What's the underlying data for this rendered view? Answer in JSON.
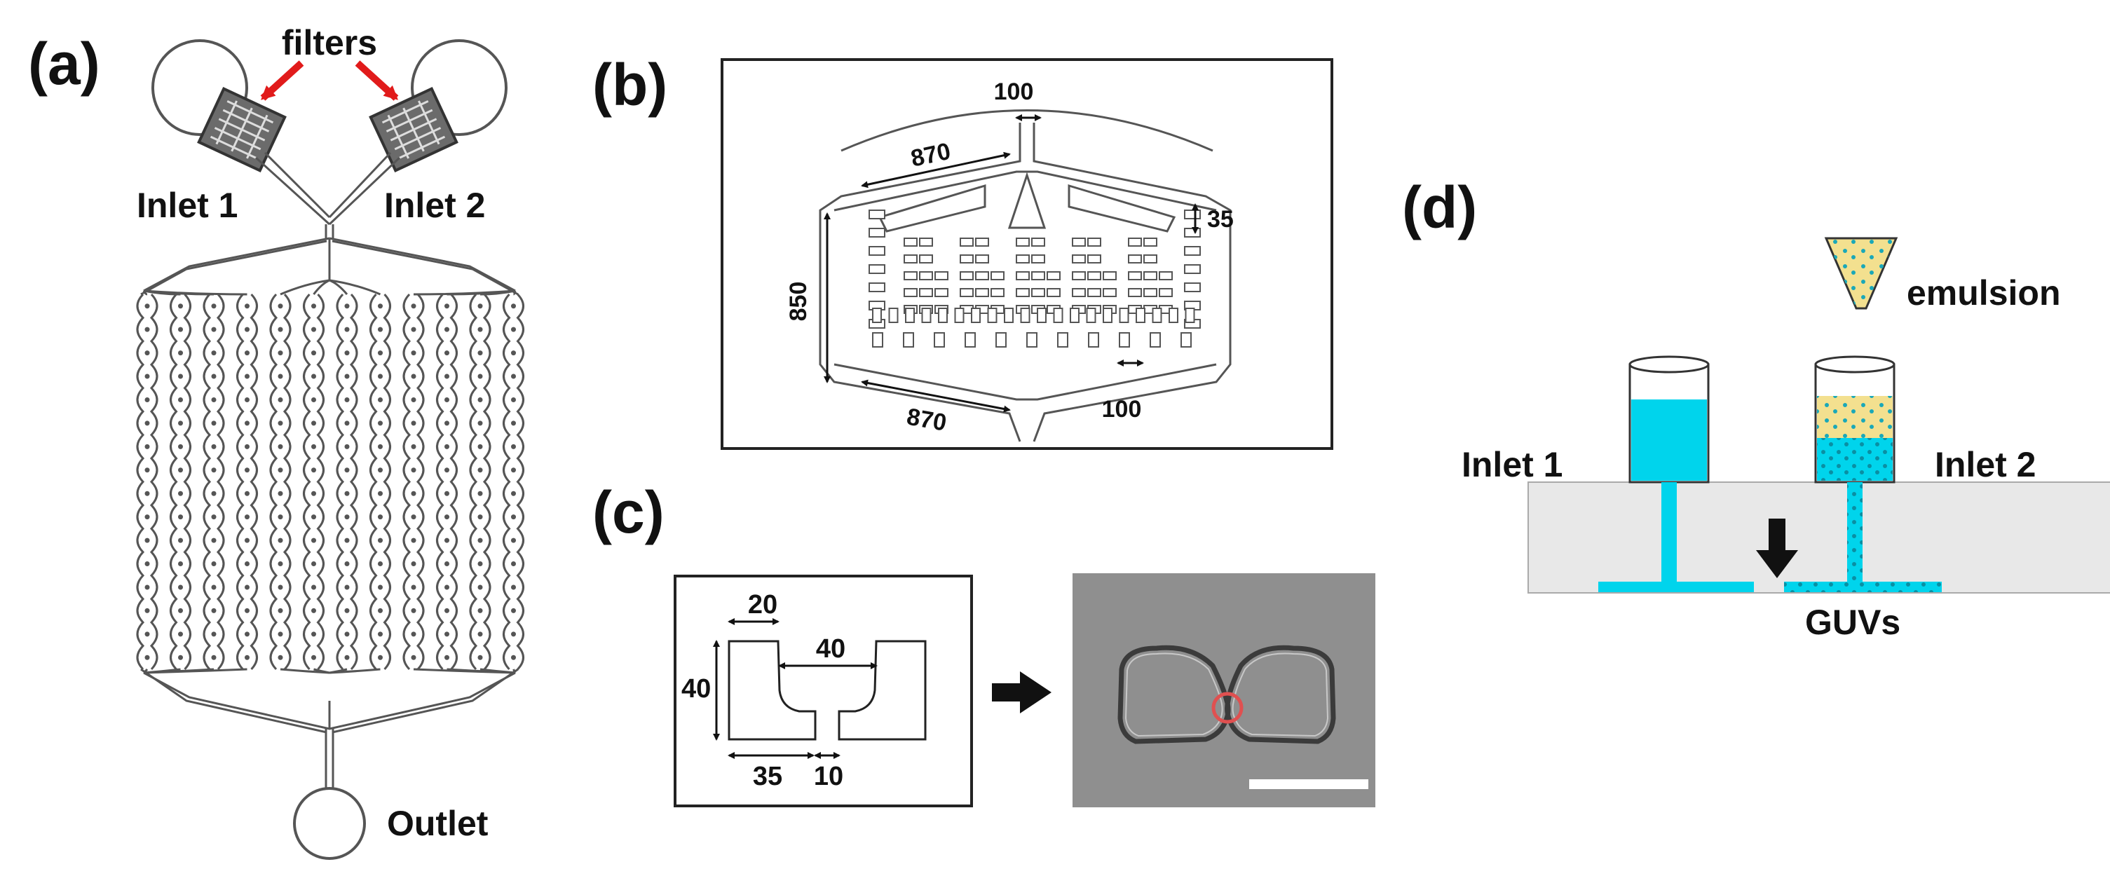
{
  "panels": {
    "a": {
      "label": "(a)",
      "filters_label": "filters",
      "inlet1_label": "Inlet  1",
      "inlet2_label": "Inlet 2",
      "outlet_label": "Outlet"
    },
    "b": {
      "label": "(b)",
      "dims": {
        "top_width": "100",
        "upper_diagonal": "870",
        "height": "850",
        "right_gap": "35",
        "lower_diagonal": "870",
        "bottom_width": "100"
      }
    },
    "c": {
      "label": "(c)",
      "dims": {
        "top_width": "20",
        "gap_width": "40",
        "height": "40",
        "bottom_width": "35",
        "constriction": "10"
      }
    },
    "d": {
      "label": "(d)",
      "emulsion_label": "emulsion",
      "inlet1_label": "Inlet 1",
      "inlet2_label": "Inlet 2",
      "guvs_label": "GUVs"
    }
  },
  "colors": {
    "arrow_red": "#e11b1b",
    "fluid_cyan": "#00d4ec",
    "emulsion_yellow": "#f3e08f",
    "chip_gray": "#e8e8e8",
    "micrograph_gray": "#8f8f8f",
    "trapped_vesicle": "#e05050"
  }
}
